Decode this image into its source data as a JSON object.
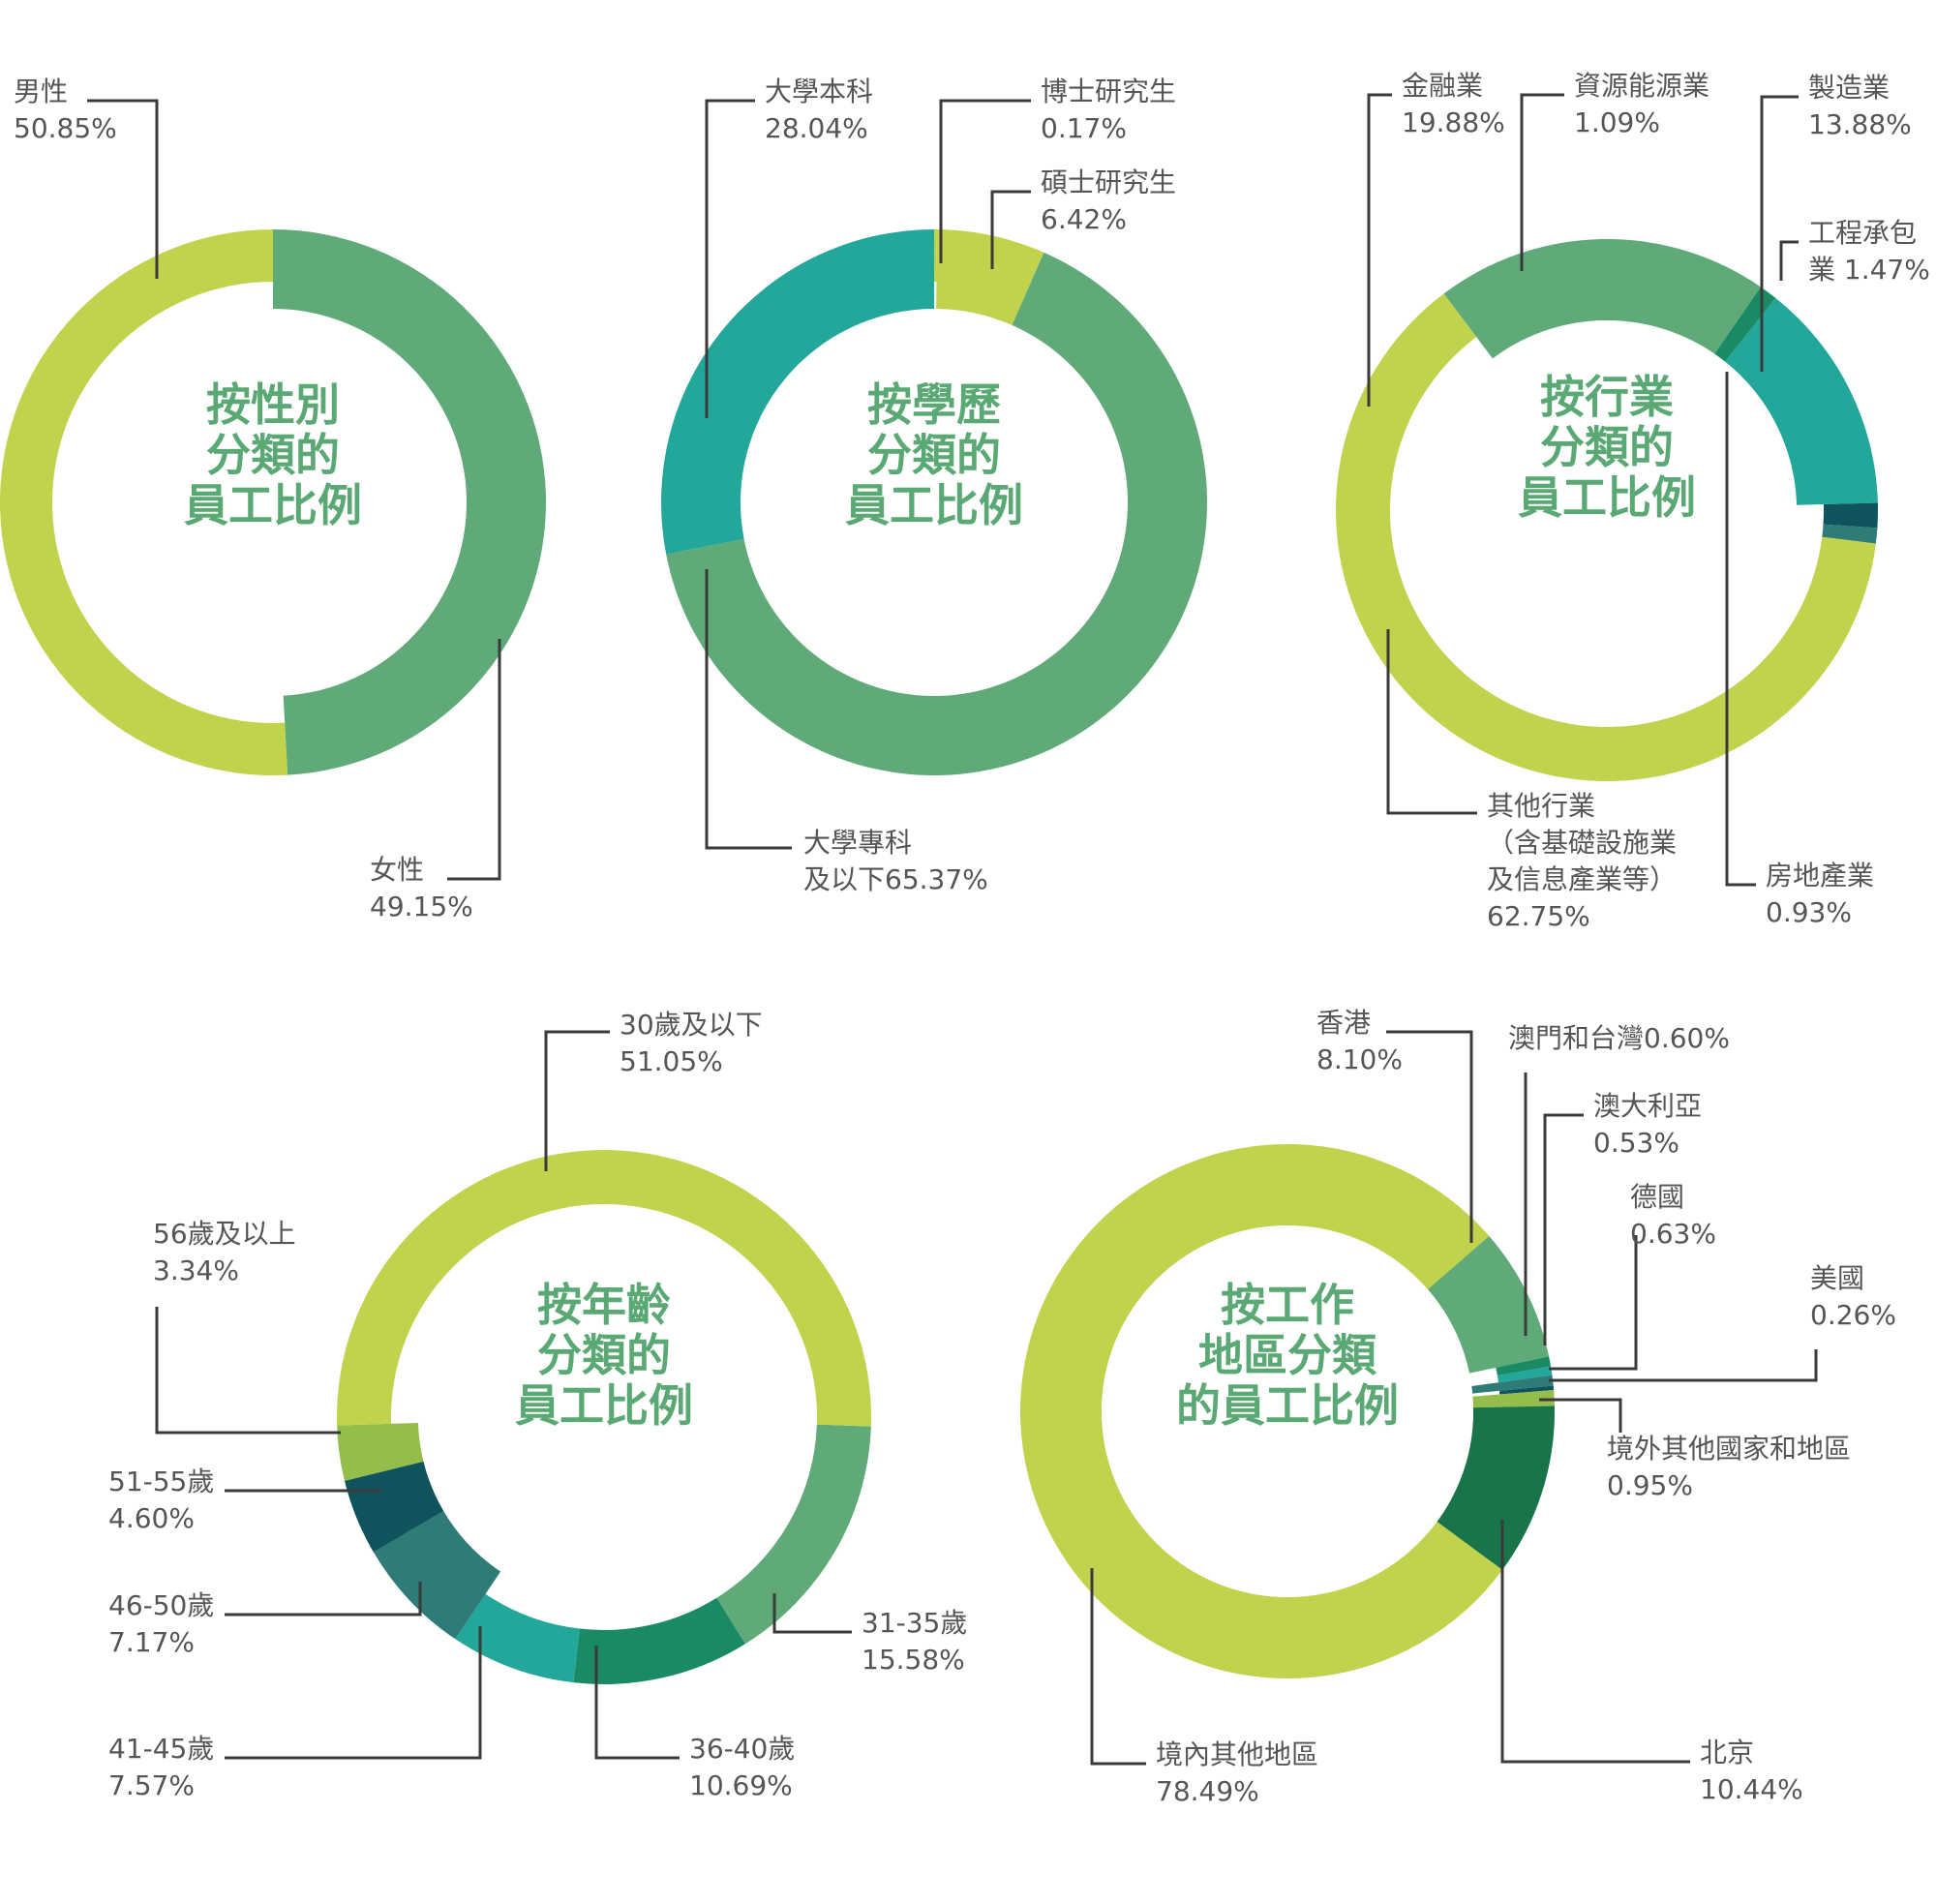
{
  "colors": {
    "lime": "#c1d34d",
    "green": "#5faa78",
    "teal": "#24a79b",
    "slate": "#2f7b78",
    "darkteal": "#0f545c",
    "olive": "#95bd4b",
    "forest": "#19744a",
    "deepgreen": "#1a8a64",
    "text": "#555555",
    "center": "#5aa874"
  },
  "chart_data": [
    {
      "type": "donut",
      "title_lines": [
        "按性別",
        "分類的",
        "員工比例"
      ],
      "slices": [
        {
          "name": "女性",
          "value": 49.15,
          "value_label": "49.15%",
          "color": "green"
        },
        {
          "name": "男性",
          "value": 50.85,
          "value_label": "50.85%",
          "color": "lime"
        }
      ]
    },
    {
      "type": "donut",
      "title_lines": [
        "按學歷",
        "分類的",
        "員工比例"
      ],
      "slices": [
        {
          "name": "博士研究生",
          "value": 0.17,
          "value_label": "0.17%",
          "color": "lime"
        },
        {
          "name": "碩士研究生",
          "value": 6.42,
          "value_label": "6.42%",
          "color": "lime"
        },
        {
          "name": "大學專科及以下",
          "value": 65.37,
          "value_label": "65.37%",
          "color": "green"
        },
        {
          "name": "大學本科",
          "value": 28.04,
          "value_label": "28.04%",
          "color": "teal"
        }
      ],
      "label_lines": {
        "大學專科及以下": [
          "大學專科",
          "及以下65.37%"
        ]
      }
    },
    {
      "type": "donut",
      "title_lines": [
        "按行業",
        "分類的",
        "員工比例"
      ],
      "slices": [
        {
          "name": "製造業",
          "value": 13.88,
          "value_label": "13.88%",
          "color": "teal"
        },
        {
          "name": "工程承包業",
          "value": 1.47,
          "value_label": "1.47%",
          "color": "darkteal"
        },
        {
          "name": "房地產業",
          "value": 0.93,
          "value_label": "0.93%",
          "color": "slate"
        },
        {
          "name": "其他行業（含基礎設施業及信息產業等）",
          "value": 62.75,
          "value_label": "62.75%",
          "color": "lime"
        },
        {
          "name": "金融業",
          "value": 19.88,
          "value_label": "19.88%",
          "color": "green"
        },
        {
          "name": "資源能源業",
          "value": 1.09,
          "value_label": "1.09%",
          "color": "deepgreen"
        }
      ],
      "label_lines": {
        "工程承包業": [
          "工程承包",
          "業 1.47%"
        ],
        "其他行業（含基礎設施業及信息產業等）": [
          "其他行業",
          "（含基礎設施業",
          "及信息產業等）",
          "62.75%"
        ]
      }
    },
    {
      "type": "donut",
      "title_lines": [
        "按年齡",
        "分類的",
        "員工比例"
      ],
      "slices": [
        {
          "name": "31-35歲",
          "value": 15.58,
          "value_label": "15.58%",
          "color": "green"
        },
        {
          "name": "36-40歲",
          "value": 10.69,
          "value_label": "10.69%",
          "color": "deepgreen"
        },
        {
          "name": "41-45歲",
          "value": 7.57,
          "value_label": "7.57%",
          "color": "teal"
        },
        {
          "name": "46-50歲",
          "value": 7.17,
          "value_label": "7.17%",
          "color": "slate"
        },
        {
          "name": "51-55歲",
          "value": 4.6,
          "value_label": "4.60%",
          "color": "darkteal"
        },
        {
          "name": "56歲及以上",
          "value": 3.34,
          "value_label": "3.34%",
          "color": "olive"
        },
        {
          "name": "30歲及以下",
          "value": 51.05,
          "value_label": "51.05%",
          "color": "lime"
        }
      ]
    },
    {
      "type": "donut",
      "title_lines": [
        "按工作",
        "地區分類",
        "的員工比例"
      ],
      "slices": [
        {
          "name": "香港",
          "value": 8.1,
          "value_label": "8.10%",
          "color": "green"
        },
        {
          "name": "澳門和台灣",
          "value": 0.6,
          "value_label": "0.60%",
          "color": "deepgreen"
        },
        {
          "name": "澳大利亞",
          "value": 0.53,
          "value_label": "0.53%",
          "color": "teal"
        },
        {
          "name": "德國",
          "value": 0.63,
          "value_label": "0.63%",
          "color": "slate"
        },
        {
          "name": "美國",
          "value": 0.26,
          "value_label": "0.26%",
          "color": "darkteal"
        },
        {
          "name": "境外其他國家和地區",
          "value": 0.95,
          "value_label": "0.95%",
          "color": "olive"
        },
        {
          "name": "北京",
          "value": 10.44,
          "value_label": "10.44%",
          "color": "forest"
        },
        {
          "name": "境內其他地區",
          "value": 78.49,
          "value_label": "78.49%",
          "color": "lime"
        }
      ],
      "label_lines": {
        "澳門和台灣": [
          "澳門和台灣0.60%"
        ]
      }
    }
  ]
}
